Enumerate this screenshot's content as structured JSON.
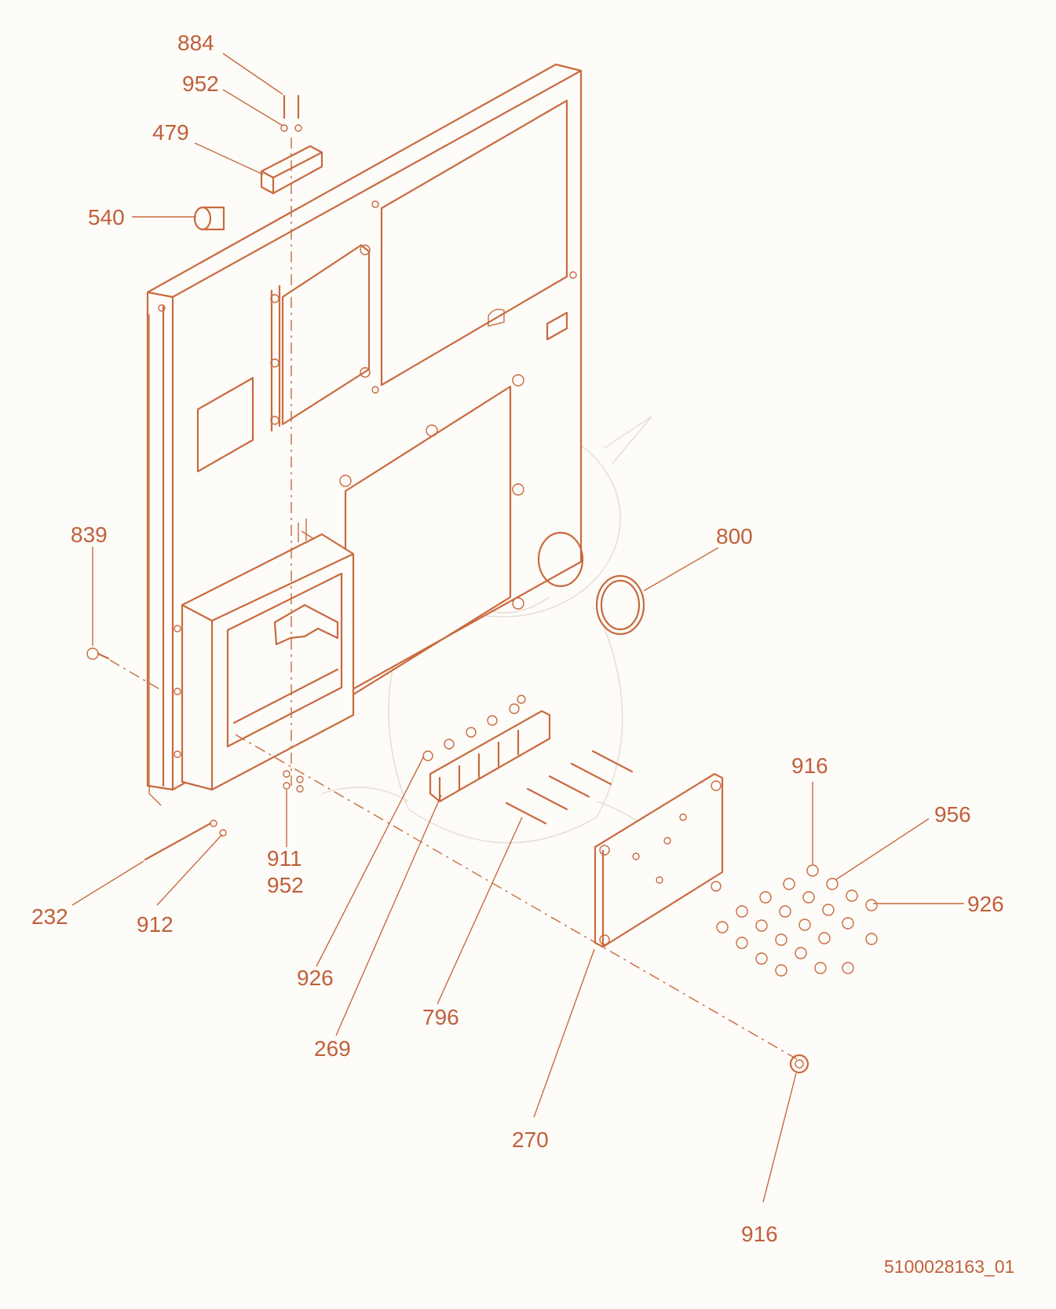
{
  "colors": {
    "line": "#c96a3e",
    "label": "#c0603a",
    "background": "#fdfcf9"
  },
  "callouts": [
    {
      "text": "884"
    },
    {
      "text": "952"
    },
    {
      "text": "479"
    },
    {
      "text": "540"
    },
    {
      "text": "839"
    },
    {
      "text": "800"
    },
    {
      "text": "911"
    },
    {
      "text": "952"
    },
    {
      "text": "232"
    },
    {
      "text": "912"
    },
    {
      "text": "926"
    },
    {
      "text": "269"
    },
    {
      "text": "796"
    },
    {
      "text": "916"
    },
    {
      "text": "956"
    },
    {
      "text": "926"
    },
    {
      "text": "270"
    },
    {
      "text": "916"
    }
  ],
  "document_number": "5100028163_01"
}
